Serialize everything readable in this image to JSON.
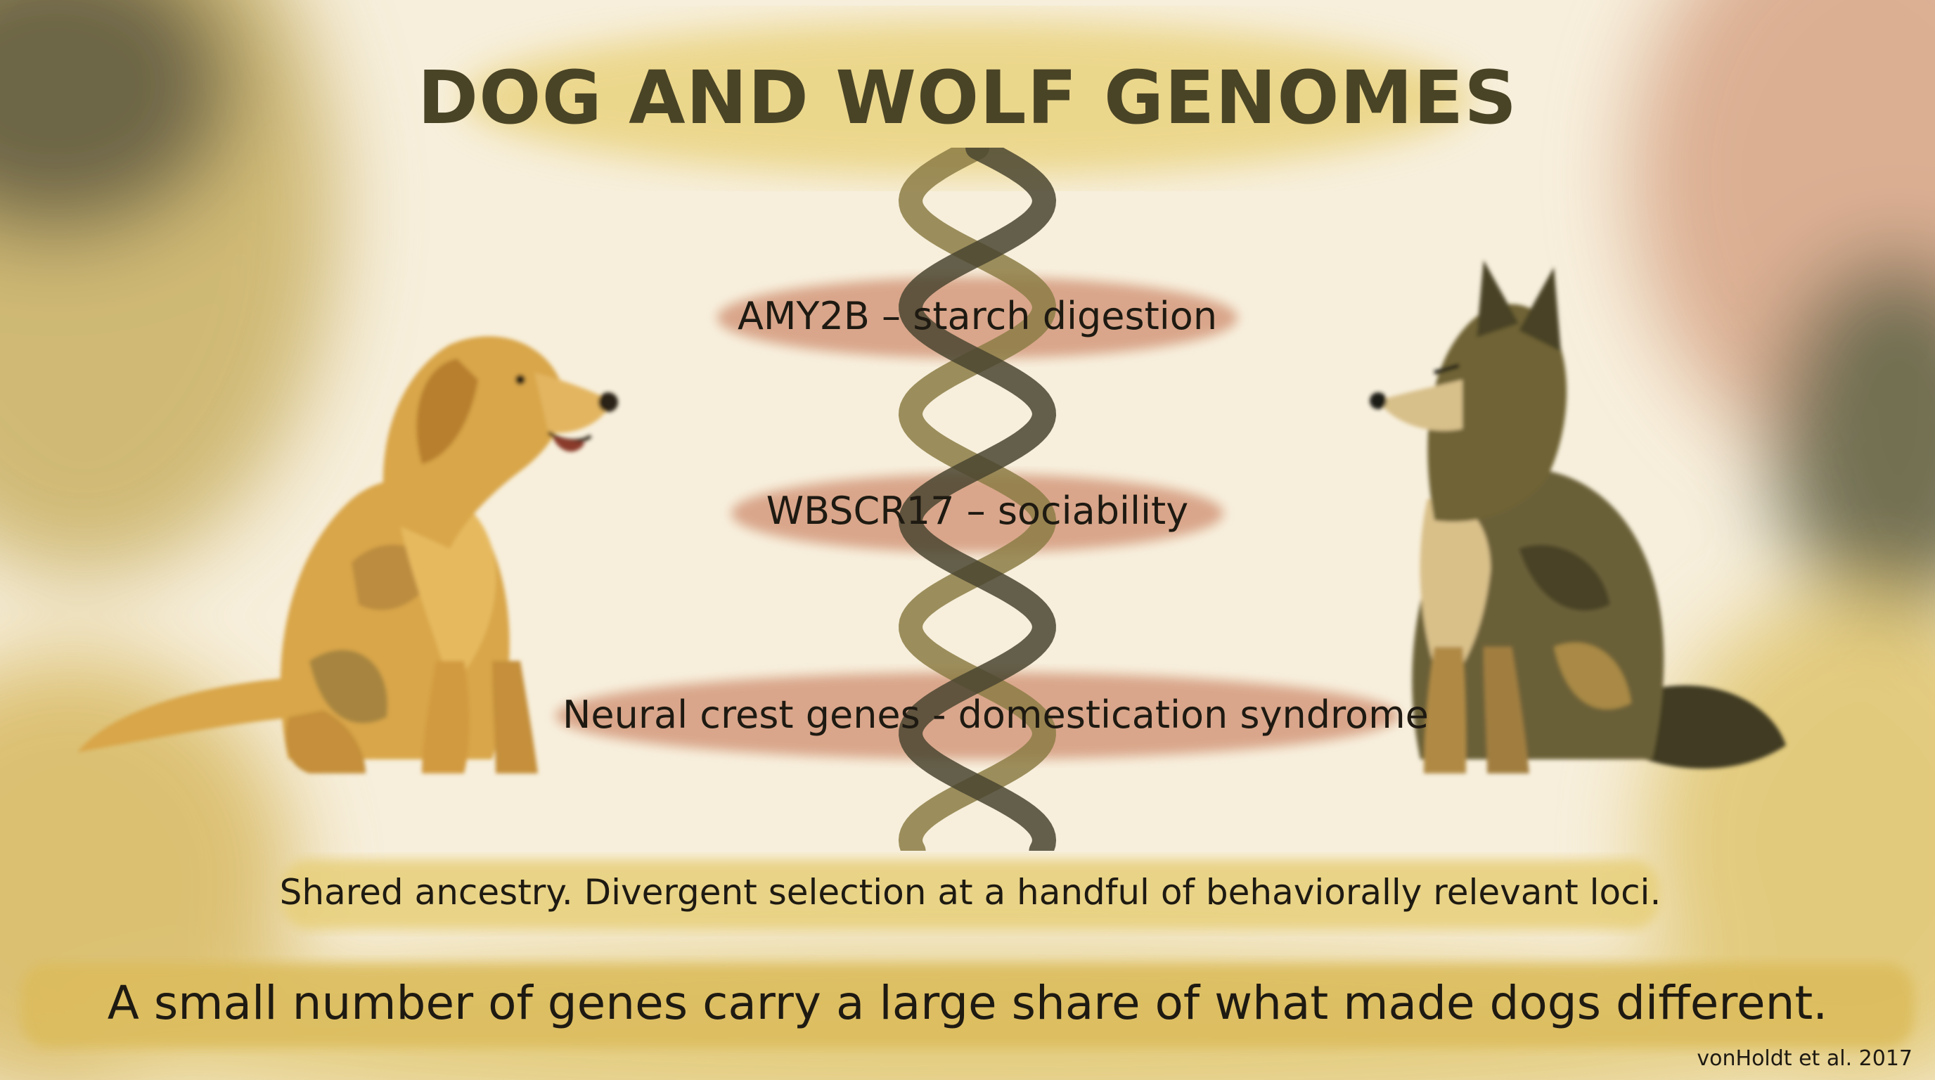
{
  "title": "DOG AND WOLF GENOMES",
  "genes": [
    {
      "label": "AMY2B – starch digestion"
    },
    {
      "label": "WBSCR17 – sociability"
    },
    {
      "label": "Neural crest genes - domestication syndrome"
    }
  ],
  "summary": "Shared ancestry. Divergent selection at a handful of behaviorally relevant loci.",
  "conclusion": "A small number of genes carry a large share of what made dogs different.",
  "citation": "vonHoldt et al. 2017",
  "colors": {
    "paper": "#f7efdc",
    "ochre": "#e3c15e",
    "terracotta": "#d69f82",
    "title": "#4a4426",
    "dog": "#d9a649",
    "wolf": "#6b6137"
  },
  "icons": [
    "golden-retriever-illustration",
    "wolf-illustration",
    "dna-helix-icon"
  ]
}
